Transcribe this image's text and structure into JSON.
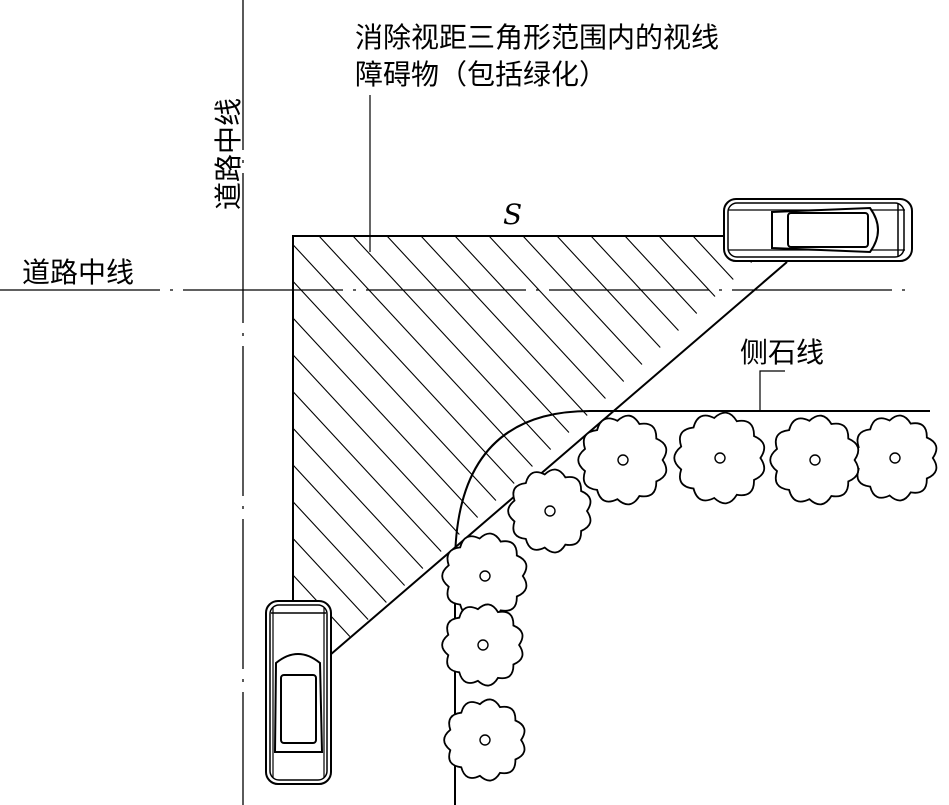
{
  "labels": {
    "annotation_line1": "消除视距三角形范围内的视线",
    "annotation_line2": "障碍物（包括绿化）",
    "centerline_vertical": "道路中线",
    "centerline_horizontal": "道路中线",
    "sight_distance": "S",
    "curb_line": "侧石线"
  },
  "colors": {
    "stroke": "#000000",
    "background": "#ffffff"
  }
}
